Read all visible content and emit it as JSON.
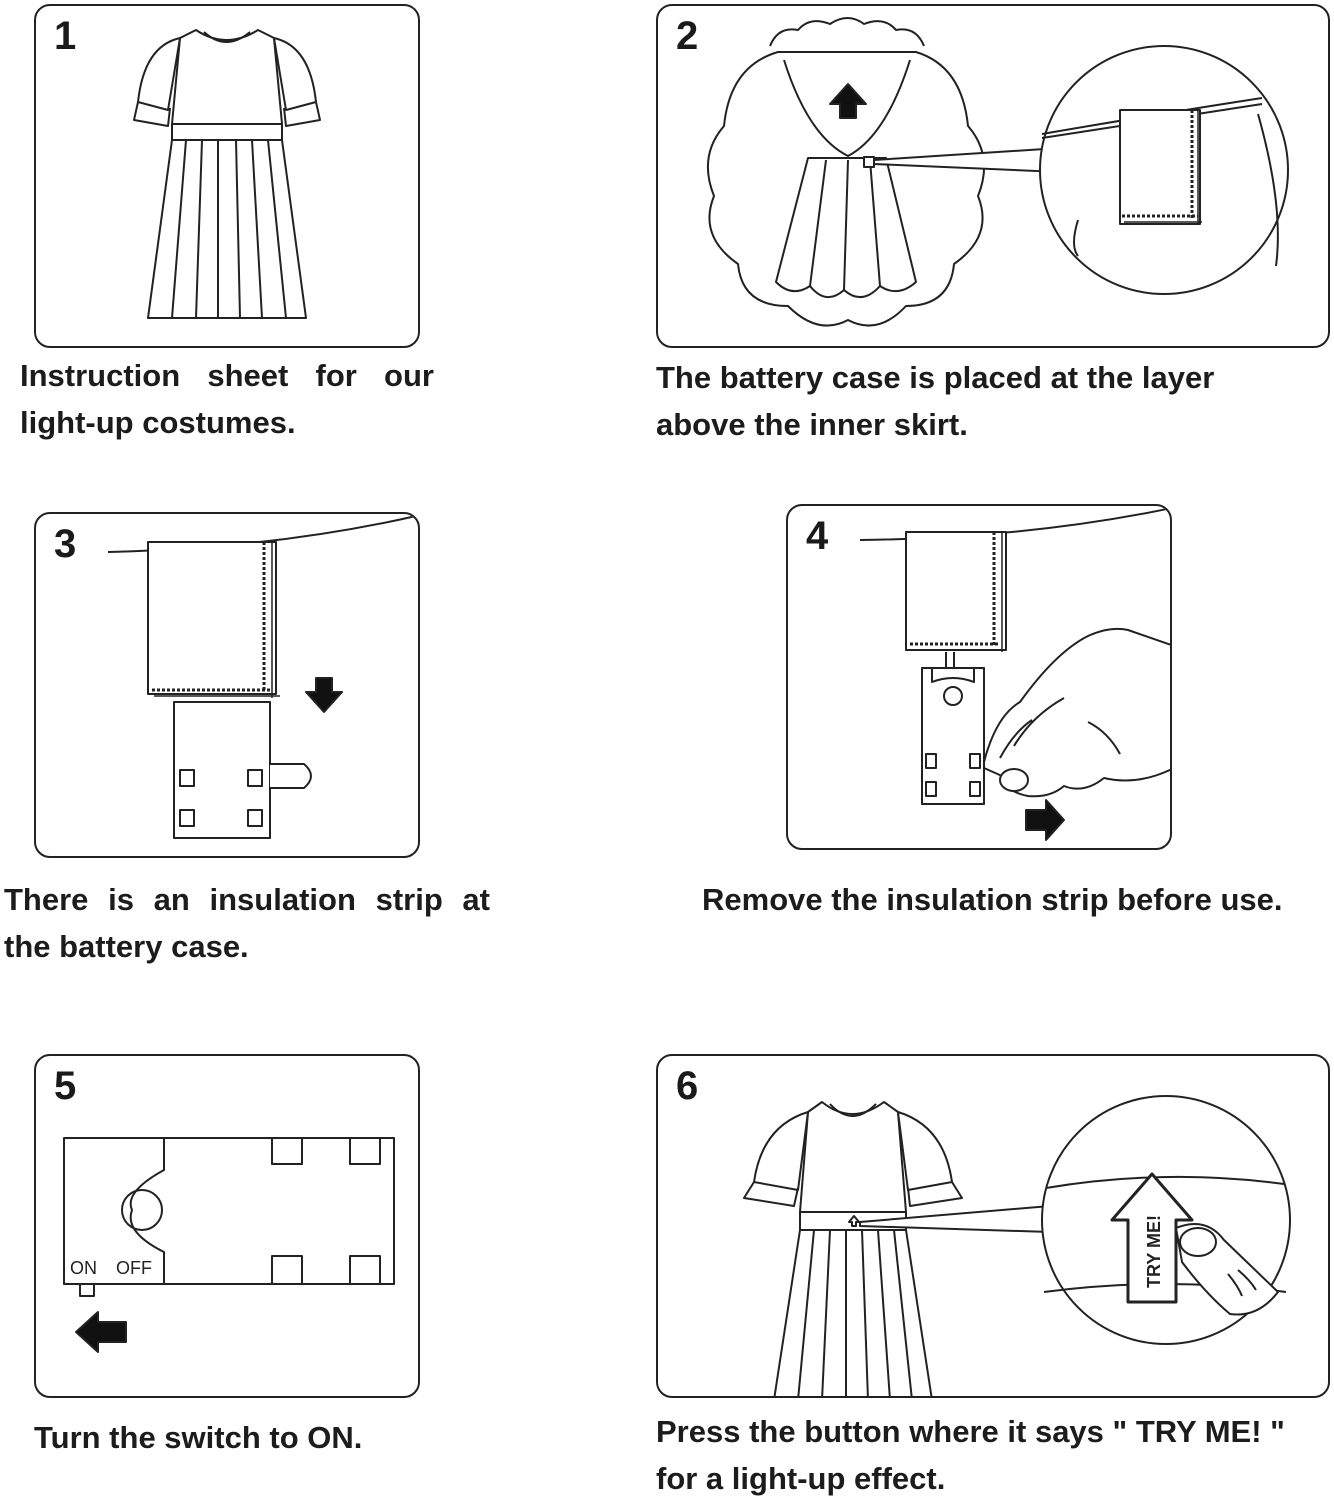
{
  "steps": [
    {
      "number": "1",
      "caption_line1": "Instruction sheet for our",
      "caption_line2": "light-up costumes."
    },
    {
      "number": "2",
      "caption_line1": "The battery case is placed at the layer",
      "caption_line2": "above the inner skirt."
    },
    {
      "number": "3",
      "caption_line1": "There is an insulation strip at",
      "caption_line2": "the battery case."
    },
    {
      "number": "4",
      "caption_line1": "Remove the insulation strip before use."
    },
    {
      "number": "5",
      "caption_line1": "Turn the switch to ON."
    },
    {
      "number": "6",
      "caption_line1": "Press the button where it says \" TRY ME! \"",
      "caption_line2": "for a light-up effect."
    }
  ],
  "labels": {
    "switch_on": "ON",
    "switch_off": "OFF",
    "button": "TRY ME!"
  },
  "colors": {
    "stroke": "#222222",
    "background": "#ffffff"
  }
}
